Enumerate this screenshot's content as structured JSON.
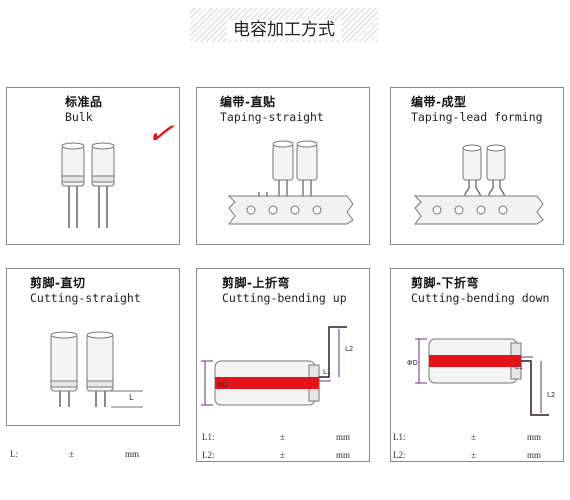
{
  "banner": {
    "title": "电容加工方式"
  },
  "panels": [
    {
      "zh": "标准品",
      "en": "Bulk"
    },
    {
      "zh": "编带-直贴",
      "en": "Taping-straight"
    },
    {
      "zh": "编带-成型",
      "en": "Taping-lead forming"
    },
    {
      "zh": "剪脚-直切",
      "en": "Cutting-straight"
    },
    {
      "zh": "剪脚-上折弯",
      "en": "Cutting-bending up"
    },
    {
      "zh": "剪脚-下折弯",
      "en": "Cutting-bending down"
    }
  ],
  "checkmark": "✓",
  "dims": {
    "od": "ΦD",
    "l1": "L1",
    "l2": "L2",
    "l": "L"
  },
  "form": {
    "l1": "L1:",
    "l2": "L2:",
    "l": "L:",
    "pm": "±",
    "unit": "mm"
  },
  "colors": {
    "accent_red": "#e4141b",
    "dim_purple": "#7a2a8a",
    "frame": "#8a8a8a"
  }
}
